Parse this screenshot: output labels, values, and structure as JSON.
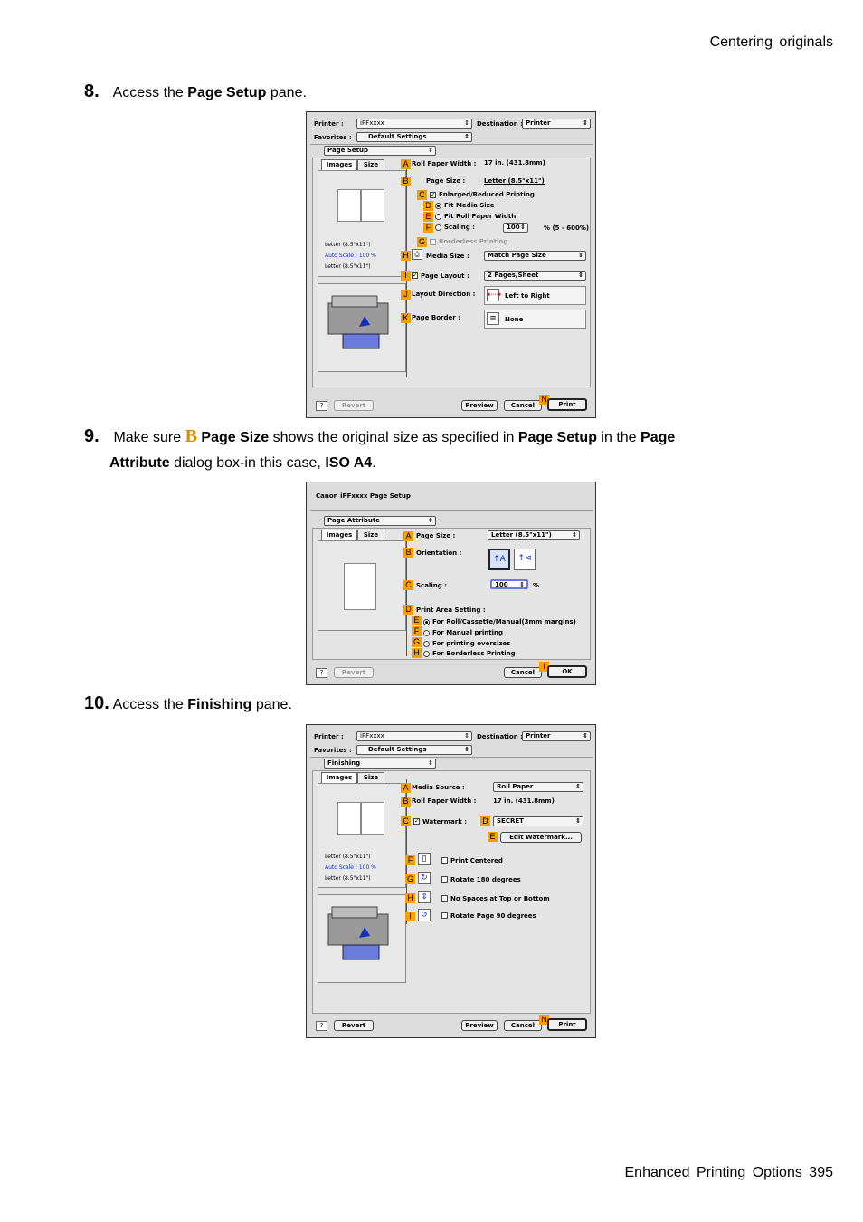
{
  "header": "Centering originals",
  "footer": {
    "text": "Enhanced Printing Options",
    "page": "395"
  },
  "step8": {
    "num": "8.",
    "pre": "Access the",
    "bold": "Page Setup",
    "post": "pane."
  },
  "step9": {
    "num": "9.",
    "pre": "Make sure",
    "badge": "B",
    "b1": "Page Size",
    "mid1": "shows the original size as specified in",
    "b2": "Page Setup",
    "mid2": "in the",
    "b3": "Page",
    "b4": "Attribute",
    "mid3": "dialog box-in this case,",
    "b5": "ISO A4",
    "end": "."
  },
  "step10": {
    "num": "10.",
    "pre": "Access the",
    "bold": "Finishing",
    "post": "pane."
  },
  "shot1": {
    "printer_label": "Printer :",
    "printer_value": "iPFxxxx",
    "destination_label": "Destination :",
    "destination_value": "Printer",
    "favorites_label": "Favorites :",
    "favorites_value": "Default Settings",
    "pane_value": "Page Setup",
    "tab_images": "Images",
    "tab_size": "Size",
    "thumb_text1": "Letter (8.5\"x11\")",
    "thumb_text2": "Auto Scale : 100 %",
    "thumb_text3": "Letter (8.5\"x11\")",
    "roll_width_label": "Roll Paper Width :",
    "roll_width_value": "17 in. (431.8mm)",
    "page_size_label": "Page Size :",
    "page_size_value": "Letter (8.5\"x11\")",
    "enlarged_label": "Enlarged/Reduced Printing",
    "fit_media": "Fit Media Size",
    "fit_roll": "Fit Roll Paper Width",
    "scaling_label": "Scaling :",
    "scaling_value": "100",
    "scaling_range": "% (5 - 600%)",
    "borderless": "Borderless Printing",
    "media_size_label": "Media Size :",
    "media_size_value": "Match Page Size",
    "page_layout_label": "Page Layout :",
    "page_layout_value": "2 Pages/Sheet",
    "layout_dir_label": "Layout Direction :",
    "layout_dir_value": "Left to Right",
    "page_border_label": "Page Border :",
    "page_border_value": "None",
    "revert": "Revert",
    "preview": "Preview",
    "cancel": "Cancel",
    "print": "Print",
    "markers": [
      "A",
      "B",
      "C",
      "D",
      "E",
      "F",
      "G",
      "H",
      "I",
      "J",
      "K",
      "N"
    ]
  },
  "shot2": {
    "title": "Canon iPFxxxx Page Setup",
    "pane_value": "Page Attribute",
    "tab_images": "Images",
    "tab_size": "Size",
    "page_size_label": "Page Size :",
    "page_size_value": "Letter (8.5\"x11\")",
    "orientation_label": "Orientation :",
    "scaling_label": "Scaling :",
    "scaling_value": "100",
    "scaling_unit": "%",
    "print_area_label": "Print Area Setting :",
    "opt1": "For Roll/Cassette/Manual(3mm margins)",
    "opt2": "For Manual printing",
    "opt3": "For printing oversizes",
    "opt4": "For Borderless Printing",
    "revert": "Revert",
    "cancel": "Cancel",
    "ok": "OK",
    "markers": [
      "A",
      "B",
      "C",
      "D",
      "E",
      "F",
      "G",
      "H",
      "I"
    ]
  },
  "shot3": {
    "printer_label": "Printer :",
    "printer_value": "iPFxxxx",
    "destination_label": "Destination :",
    "destination_value": "Printer",
    "favorites_label": "Favorites :",
    "favorites_value": "Default Settings",
    "pane_value": "Finishing",
    "tab_images": "Images",
    "tab_size": "Size",
    "thumb_text1": "Letter (8.5\"x11\")",
    "thumb_text2": "Auto Scale : 100 %",
    "thumb_text3": "Letter (8.5\"x11\")",
    "media_source_label": "Media Source :",
    "media_source_value": "Roll Paper",
    "roll_width_label": "Roll Paper Width :",
    "roll_width_value": "17 in. (431.8mm)",
    "watermark_label": "Watermark :",
    "watermark_value": "SECRET",
    "edit_watermark": "Edit Watermark...",
    "print_centered": "Print Centered",
    "rotate180": "Rotate 180 degrees",
    "no_spaces": "No Spaces at Top or Bottom",
    "rotate90": "Rotate Page 90 degrees",
    "revert": "Revert",
    "preview": "Preview",
    "cancel": "Cancel",
    "print": "Print",
    "markers": [
      "A",
      "B",
      "C",
      "D",
      "E",
      "F",
      "G",
      "H",
      "I",
      "N"
    ]
  },
  "colors": {
    "marker": "#f5a000",
    "badge": "#e08a00"
  }
}
